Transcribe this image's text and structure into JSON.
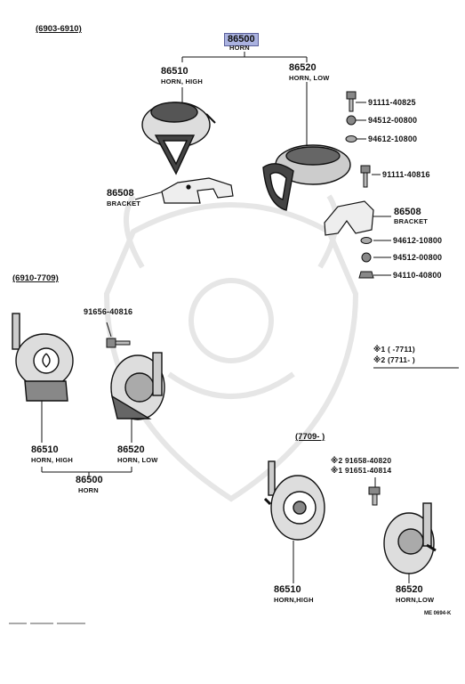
{
  "sections": {
    "s1": "(6903-6910)",
    "s2": "(6910-7709)",
    "s3": "(7709-      )"
  },
  "legend": {
    "l1": "※1 (        -7711)",
    "l2": "※2 (7711-        )"
  },
  "parts": {
    "p1_assembly_no": "86500",
    "p1_assembly_name": "HORN",
    "p1_high_no": "86510",
    "p1_high_name": "HORN, HIGH",
    "p1_low_no": "86520",
    "p1_low_name": "HORN, LOW",
    "p1_bracket_left_no": "86508",
    "p1_bracket_left_name": "BRACKET",
    "p1_bracket_right_no": "86508",
    "p1_bracket_right_name": "BRACKET",
    "p1_bolt_top": "91111-40825",
    "p1_washer_a": "94512-00800",
    "p1_washer_b": "94612-10800",
    "p1_bolt_mid": "91111-40816",
    "p1_washer_c": "94612-10800",
    "p1_washer_d": "94512-00800",
    "p1_nut": "94110-40800",
    "p2_bolt": "91656-40816",
    "p2_high_no": "86510",
    "p2_high_name": "HORN, HIGH",
    "p2_low_no": "86520",
    "p2_low_name": "HORN, LOW",
    "p2_assembly_no": "86500",
    "p2_assembly_name": "HORN",
    "p3_bolt_2": "※2 91658-40820",
    "p3_bolt_1": "※1 91651-40814",
    "p3_high_no": "86510",
    "p3_high_name": "HORN,HIGH",
    "p3_low_no": "86520",
    "p3_low_name": "HORN,LOW"
  },
  "footer_code": "ME 0694-K",
  "colors": {
    "highlight": "#aab2e0",
    "ink": "#111111"
  }
}
